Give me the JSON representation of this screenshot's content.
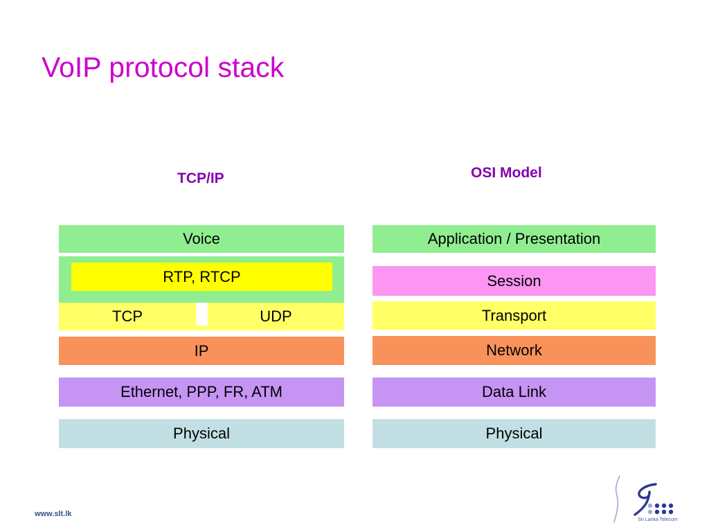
{
  "title": "VoIP protocol stack",
  "columns": {
    "tcpip": {
      "heading": "TCP/IP",
      "layers": {
        "voice": "Voice",
        "rtp": "RTP, RTCP",
        "tcp": "TCP",
        "udp": "UDP",
        "ip": "IP",
        "datalink": "Ethernet, PPP, FR, ATM",
        "physical": "Physical"
      }
    },
    "osi": {
      "heading": "OSI Model",
      "layers": {
        "app": "Application / Presentation",
        "session": "Session",
        "transport": "Transport",
        "network": "Network",
        "datalink": "Data Link",
        "physical": "Physical"
      }
    }
  },
  "footer": {
    "url": "www.slt.lk",
    "logo_caption": "Sri Lanka Telecom"
  },
  "colors": {
    "title": "#CC00CC",
    "heading": "#8500AD",
    "green": "#90EE90",
    "bright_yellow": "#FFFF00",
    "yellow": "#FFFF66",
    "orange": "#F8925A",
    "pink": "#FB96F2",
    "purple": "#C694F3",
    "light_blue": "#C2E0E3",
    "footer_text": "#33518C",
    "logo_blue": "#2B3990",
    "logo_light_blue": "#9AAEDC",
    "swoosh_gray_blue": "#8FA0C5",
    "caption_blue": "#3C5CA6"
  }
}
